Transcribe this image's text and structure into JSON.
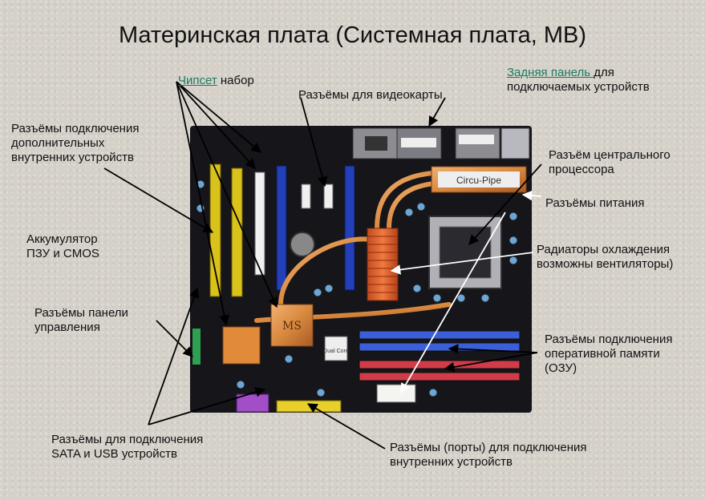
{
  "title": "Материнская плата (Системная плата, MB)",
  "labels": {
    "chipset_link": "Чипсет",
    "chipset_rest": " набор",
    "video_slots": "Разъёмы для видеокарты",
    "rear_panel_link": "Задняя панель ",
    "rear_panel_rest1": "для",
    "rear_panel_rest2": "подключаемых устройств",
    "internal_ext": [
      "Разъёмы подключения",
      "дополнительных",
      "внутренних устройств"
    ],
    "cpu_socket": [
      "Разъём центрального",
      "процессора"
    ],
    "power": "Разъёмы питания",
    "battery": [
      "Аккумулятор",
      "ПЗУ и CMOS"
    ],
    "radiators": [
      "Радиаторы охлаждения",
      "возможны вентиляторы)"
    ],
    "front_panel": [
      "Разъёмы панели",
      "управления"
    ],
    "ram": [
      "Разъёмы подключения",
      "оперативной памяти",
      "(ОЗУ)"
    ],
    "sata_usb": [
      "Разъёмы для подключения",
      "SATA  и USB устройств"
    ],
    "internal_ports": [
      "Разъёмы  (порты) для подключения",
      "внутренних устройств"
    ]
  },
  "board_text": {
    "cooler_brand": "Circu-Pipe",
    "chip_mark": "MS",
    "chip_text": "Dual Core"
  },
  "colors": {
    "pcb": "#15151a",
    "pci_yellow": "#d9c21a",
    "pcie_blue": "#2340b8",
    "ram_blue": "#3a5fd8",
    "ram_red": "#d23c48",
    "copper": "#d9893f"
  }
}
